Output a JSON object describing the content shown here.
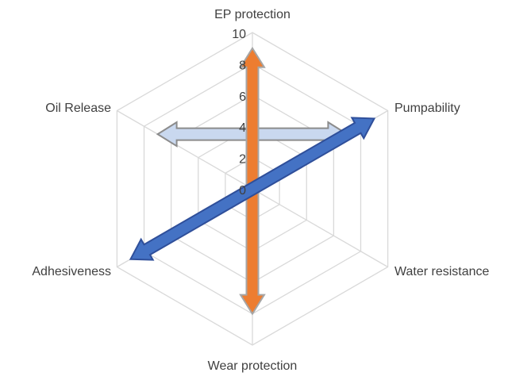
{
  "chart_data": {
    "type": "radar",
    "axes": [
      "EP protection",
      "Pumpability",
      "Water resistance",
      "Wear protection",
      "Adhesiveness",
      "Oil Release"
    ],
    "rlim": [
      0,
      10
    ],
    "ticks": [
      "0",
      "2",
      "4",
      "6",
      "8",
      "10"
    ],
    "tick_values": [
      0,
      2,
      4,
      6,
      8,
      10
    ],
    "grid": true,
    "legend": "none",
    "grid_color": "#d9d9d9",
    "axis_line_color": "#d9d9d9",
    "label_color": "#404040",
    "arrows": [
      {
        "from": {
          "axis": "Wear protection",
          "value": 8
        },
        "to": {
          "axis": "EP protection",
          "value": 9
        },
        "color": "#ed7d31",
        "outline": "#a6a6a6"
      },
      {
        "from": {
          "axis": "Adhesiveness",
          "value": 9
        },
        "to": {
          "axis": "Pumpability",
          "value": 9
        },
        "color": "#4472c4",
        "outline": "#2f4f9a"
      },
      {
        "from": {
          "axis": "Oil Release",
          "value": 7
        },
        "to": {
          "axis": "Pumpability",
          "value": 7
        },
        "horizontal": true,
        "color": "#c9d8ef",
        "outline": "#8c8c8c"
      }
    ]
  }
}
